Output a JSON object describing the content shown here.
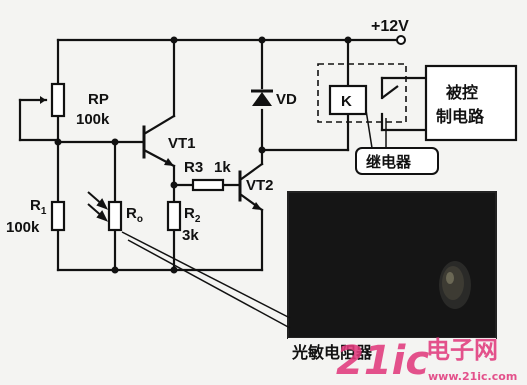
{
  "labels": {
    "supply": "+12V",
    "rp_name": "RP",
    "rp_value": "100k",
    "vt1": "VT1",
    "vd": "VD",
    "r3": "R3",
    "r3_value": "1k",
    "vt2": "VT2",
    "r1_name": "R",
    "r1_sub": "1",
    "r1_value": "100k",
    "ro_name": "R",
    "ro_sub": "o",
    "r2_name": "R",
    "r2_sub": "2",
    "r2_value": "3k",
    "relay_k": "K",
    "relay_name": "继电器",
    "controlled_circuit_line1": "被控",
    "controlled_circuit_line2": "制电路",
    "photo_caption": "光敏电阻器"
  },
  "watermark": {
    "logo_text": "21ic",
    "site_text": "电子网",
    "url": "www.21ic.com"
  },
  "colors": {
    "wire": "#111111",
    "photo_bg": "#151515",
    "watermark": "#e03a7c"
  }
}
